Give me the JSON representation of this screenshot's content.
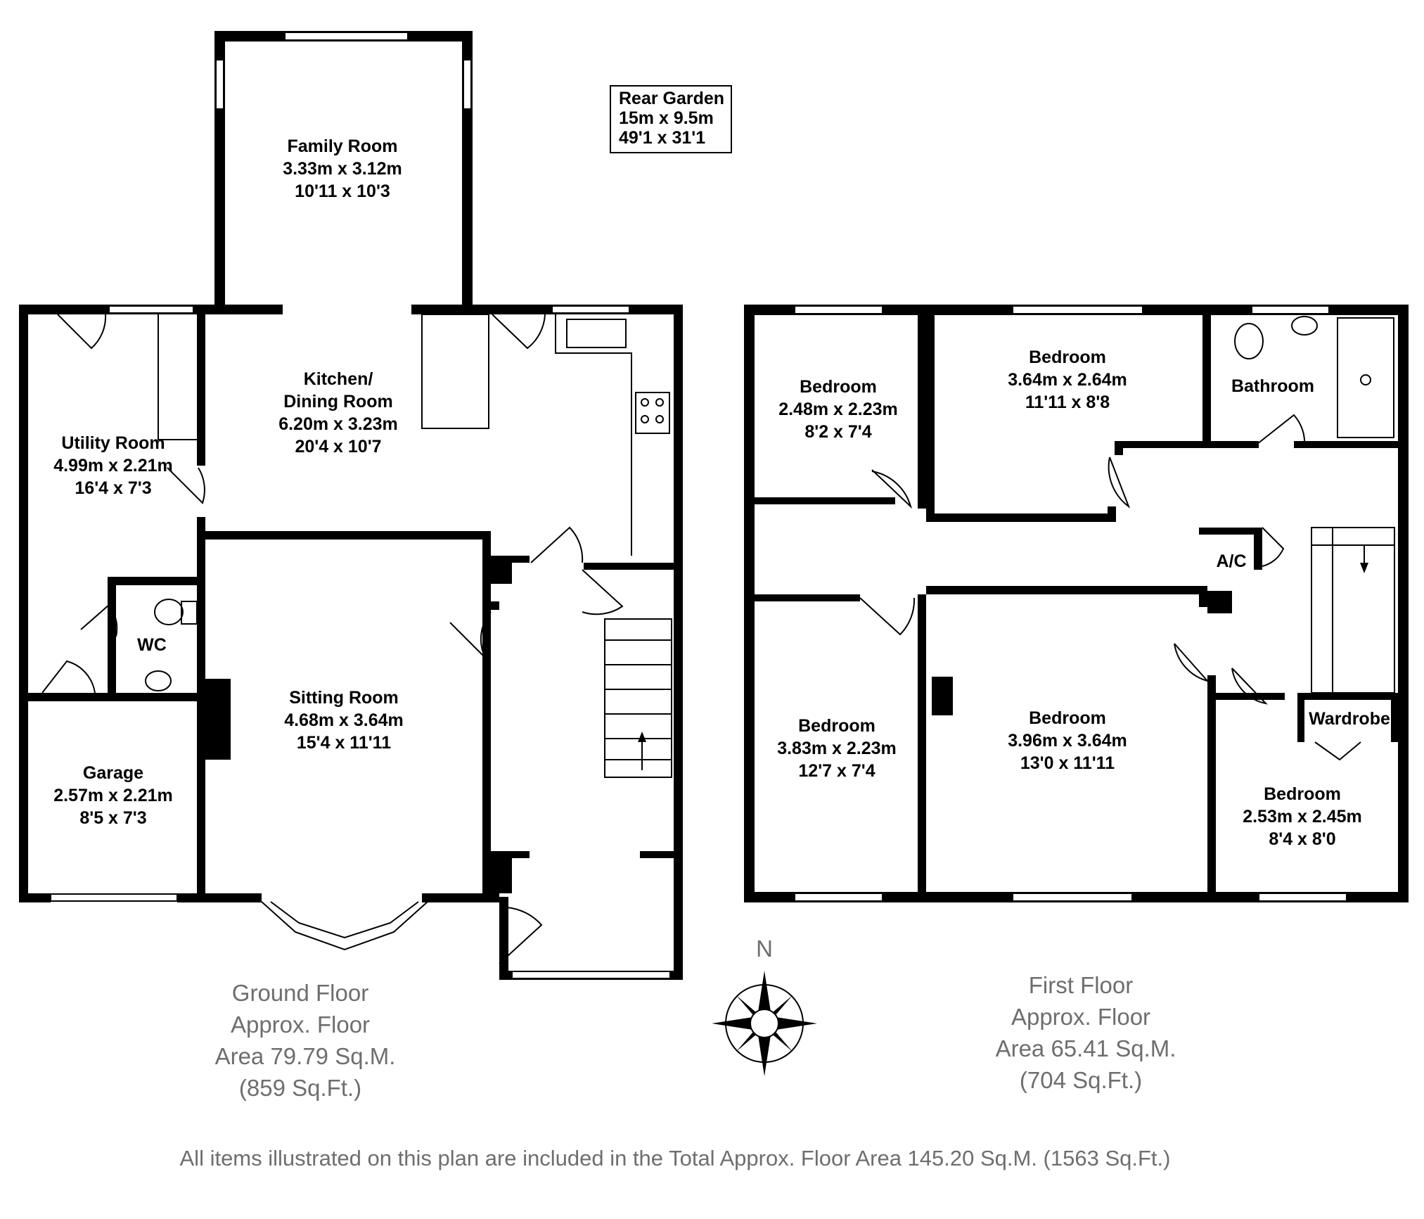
{
  "rooms": {
    "family_room": {
      "name": "Family Room",
      "metric": "3.33m x 3.12m",
      "imperial": "10'11 x 10'3"
    },
    "kitchen": {
      "name_line1": "Kitchen/",
      "name_line2": "Dining Room",
      "metric": "6.20m x 3.23m",
      "imperial": "20'4 x 10'7"
    },
    "utility": {
      "name": "Utility Room",
      "metric": "4.99m x 2.21m",
      "imperial": "16'4 x 7'3"
    },
    "wc": {
      "name": "WC"
    },
    "garage": {
      "name": "Garage",
      "metric": "2.57m x 2.21m",
      "imperial": "8'5 x 7'3"
    },
    "sitting": {
      "name": "Sitting Room",
      "metric": "4.68m x 3.64m",
      "imperial": "15'4 x 11'11"
    },
    "bed1": {
      "name": "Bedroom",
      "metric": "2.48m x 2.23m",
      "imperial": "8'2 x 7'4"
    },
    "bed2": {
      "name": "Bedroom",
      "metric": "3.64m x 2.64m",
      "imperial": "11'11 x 8'8"
    },
    "bathroom": {
      "name": "Bathroom"
    },
    "ac": {
      "name": "A/C"
    },
    "bed3": {
      "name": "Bedroom",
      "metric": "3.83m x 2.23m",
      "imperial": "12'7 x 7'4"
    },
    "bed4": {
      "name": "Bedroom",
      "metric": "3.96m x 3.64m",
      "imperial": "13'0 x 11'11"
    },
    "wardrobe": {
      "name": "Wardrobe"
    },
    "bed5": {
      "name": "Bedroom",
      "metric": "2.53m x 2.45m",
      "imperial": "8'4 x 8'0"
    }
  },
  "rear_garden": {
    "name": "Rear Garden",
    "metric": "15m x 9.5m",
    "imperial": "49'1 x 31'1"
  },
  "ground_floor": {
    "line1": "Ground Floor",
    "line2": "Approx. Floor",
    "line3": "Area 79.79 Sq.M.",
    "line4": "(859 Sq.Ft.)"
  },
  "first_floor": {
    "line1": "First Floor",
    "line2": "Approx. Floor",
    "line3": "Area 65.41 Sq.M.",
    "line4": "(704 Sq.Ft.)"
  },
  "compass": {
    "north": "N"
  },
  "footer": "All items illustrated on this plan are included in the Total Approx. Floor Area 145.20 Sq.M. (1563 Sq.Ft.)"
}
